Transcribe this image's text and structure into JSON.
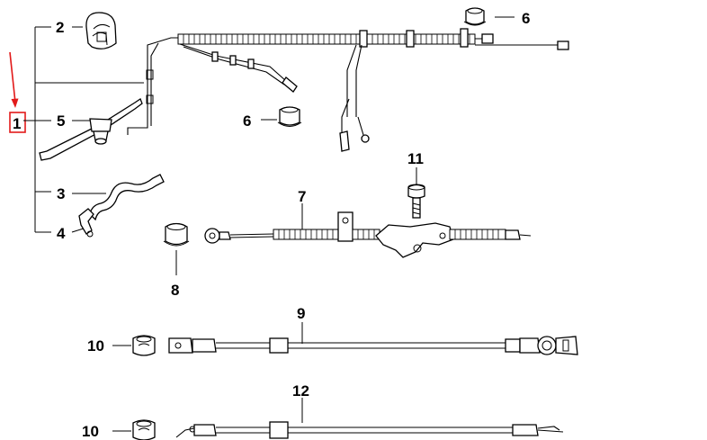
{
  "labels": {
    "p1": "1",
    "p2": "2",
    "p3": "3",
    "p4": "4",
    "p5": "5",
    "p6a": "6",
    "p6b": "6",
    "p7": "7",
    "p8": "8",
    "p9": "9",
    "p10a": "10",
    "p10b": "10",
    "p11": "11",
    "p12": "12"
  },
  "colors": {
    "line": "#000000",
    "highlight": "#e21a1a",
    "background": "#ffffff"
  },
  "icons": [
    "red-arrow-icon",
    "highlight-box"
  ]
}
